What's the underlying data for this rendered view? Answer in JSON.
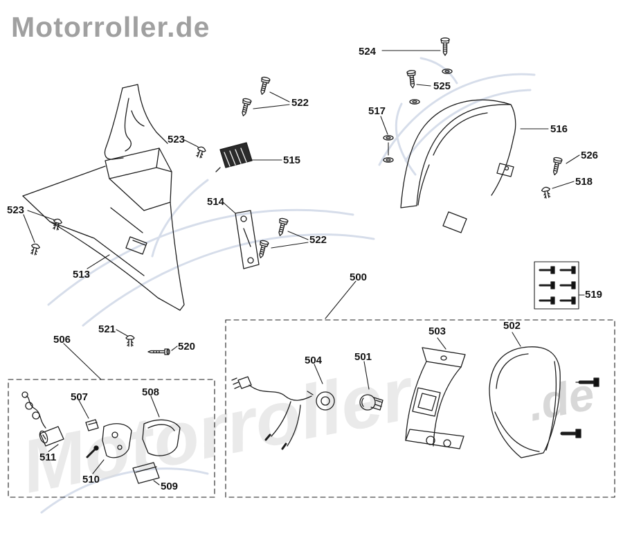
{
  "logo": {
    "text": "Motorroller.de"
  },
  "watermark": {
    "main": "Motorroller",
    "suffix": ".de"
  },
  "colors": {
    "background": "#ffffff",
    "line": "#1c1c1c",
    "watermark_stroke": "#c6d0e2",
    "watermark_text": "#d9d9d9",
    "logo_text": "#a0a0a0"
  },
  "diagram": {
    "part_labels": [
      "524",
      "525",
      "522",
      "517",
      "516",
      "523",
      "515",
      "526",
      "518",
      "523",
      "514",
      "522",
      "513",
      "500",
      "519",
      "521",
      "520",
      "506",
      "504",
      "501",
      "503",
      "502",
      "507",
      "508",
      "511",
      "510",
      "509"
    ]
  }
}
